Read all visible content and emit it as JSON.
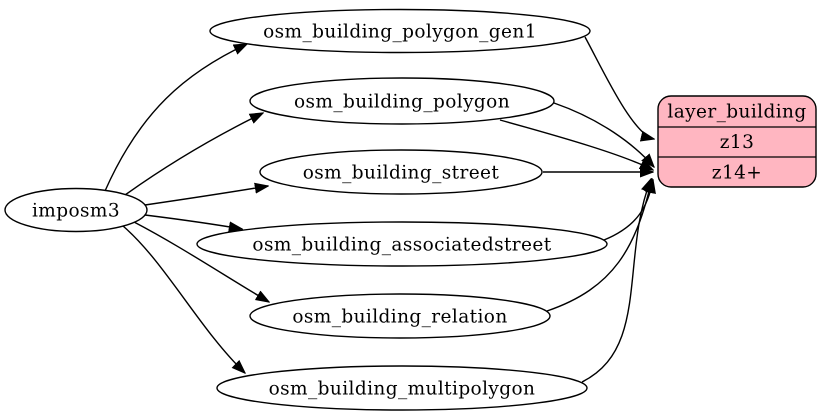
{
  "diagram": {
    "background_color": "#ffffff",
    "edge_color": "#000000",
    "node_border_color": "#000000",
    "source_node": {
      "label": "imposm3"
    },
    "table_nodes": [
      {
        "id": "osm_building_polygon_gen1",
        "label": "osm_building_polygon_gen1"
      },
      {
        "id": "osm_building_polygon",
        "label": "osm_building_polygon"
      },
      {
        "id": "osm_building_street",
        "label": "osm_building_street"
      },
      {
        "id": "osm_building_associatedstreet",
        "label": "osm_building_associatedstreet"
      },
      {
        "id": "osm_building_relation",
        "label": "osm_building_relation"
      },
      {
        "id": "osm_building_multipolygon",
        "label": "osm_building_multipolygon"
      }
    ],
    "layer_node": {
      "title": "layer_building",
      "rows": [
        "z13",
        "z14+"
      ],
      "fill_color": "#ffb6c1",
      "border_color": "#000000"
    },
    "edges": [
      {
        "from": "imposm3",
        "to": "osm_building_polygon_gen1"
      },
      {
        "from": "imposm3",
        "to": "osm_building_polygon"
      },
      {
        "from": "imposm3",
        "to": "osm_building_street"
      },
      {
        "from": "imposm3",
        "to": "osm_building_associatedstreet"
      },
      {
        "from": "imposm3",
        "to": "osm_building_relation"
      },
      {
        "from": "imposm3",
        "to": "osm_building_multipolygon"
      },
      {
        "from": "osm_building_polygon_gen1",
        "to": "layer_building.z13"
      },
      {
        "from": "osm_building_polygon",
        "to": "layer_building.z14+"
      },
      {
        "from": "osm_building_polygon",
        "to": "layer_building.z14+"
      },
      {
        "from": "osm_building_street",
        "to": "layer_building.z14+"
      },
      {
        "from": "osm_building_associatedstreet",
        "to": "layer_building.z14+"
      },
      {
        "from": "osm_building_relation",
        "to": "layer_building.z14+"
      },
      {
        "from": "osm_building_multipolygon",
        "to": "layer_building.z14+"
      }
    ]
  }
}
